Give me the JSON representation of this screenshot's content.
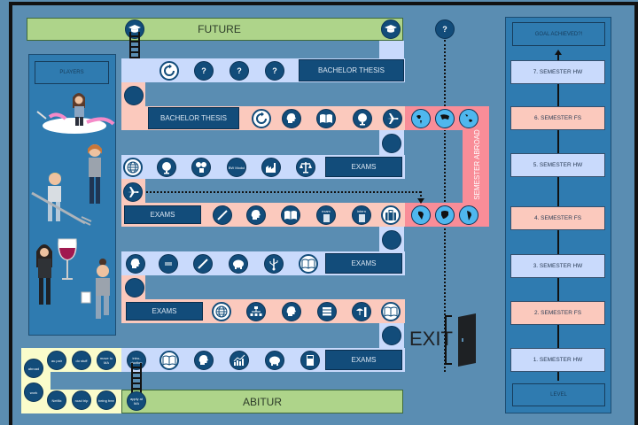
{
  "board": {
    "future_label": "FUTURE",
    "abitur_label": "ABITUR",
    "exit_label": "EXIT",
    "players_label": "PLAYERS",
    "goal_label": "GOAL ACHIEVED?!",
    "level_label": "LEVEL",
    "semester_abroad_label": "SEMESTER ABROAD",
    "future_icons": [
      "graduation-cap",
      "question"
    ],
    "future_question": "?"
  },
  "levels": [
    {
      "label": "7. SEMESTER HW",
      "color": "#c9dafc"
    },
    {
      "label": "6. SEMESTER FS",
      "color": "#fbc9bd"
    },
    {
      "label": "5. SEMESTER HW",
      "color": "#c9dafc"
    },
    {
      "label": "4. SEMESTER FS",
      "color": "#fbc9bd"
    },
    {
      "label": "3. SEMESTER HW",
      "color": "#c9dafc"
    },
    {
      "label": "2. SEMESTER FS",
      "color": "#fbc9bd"
    },
    {
      "label": "1. SEMESTER HW",
      "color": "#c9dafc"
    }
  ],
  "rows": {
    "sem7": {
      "icons": [
        "refresh",
        "question",
        "question",
        "question"
      ],
      "question_text": "?",
      "box": "BACHELOR THESIS"
    },
    "sem6": {
      "box": "BACHELOR THESIS",
      "icons": [
        "refresh",
        "speaking-head",
        "open-book",
        "globe",
        "airplane"
      ]
    },
    "abroad_top": {
      "icons": [
        "globe-americas",
        "globe-asia",
        "globe-australia"
      ]
    },
    "abroad_bottom": {
      "icons": [
        "globe-africa",
        "globe-europe",
        "globe-south-america"
      ]
    },
    "sem5": {
      "icons": [
        "world-grid",
        "globe",
        "lab-tools",
        "bw-modul",
        "factory",
        "scales"
      ],
      "bw_text": "BW Modul",
      "box": "EXAMS"
    },
    "sem4": {
      "box": "EXAMS",
      "icons": [
        "pen",
        "speaking-head",
        "open-book",
        "calculator-exam",
        "calculator-intern",
        "suitcase"
      ],
      "calc1_text": "exam",
      "calc2_text": "intern"
    },
    "sem3": {
      "icons": [
        "speaking-head",
        "business-communication",
        "pen",
        "piggy-bank",
        "usb",
        "open-book"
      ],
      "box": "EXAMS"
    },
    "sem2": {
      "box": "EXAMS",
      "icons": [
        "world-grid",
        "org-chart",
        "speaking-head",
        "book-stack",
        "umbrella-person",
        "open-book"
      ]
    },
    "sem1": {
      "icons": [
        "open-book",
        "speaking-head",
        "growth-chart",
        "piggy-bank",
        "calculator"
      ],
      "box": "EXAMS",
      "intro_text": "intro-duction"
    }
  },
  "gap_year": {
    "top": [
      "au pair",
      "do stuff",
      "move to MA"
    ],
    "left": [
      "abroad",
      "work"
    ],
    "bottom": [
      "Netflix",
      "road trip",
      "being free"
    ],
    "apply": "apply at MA"
  }
}
